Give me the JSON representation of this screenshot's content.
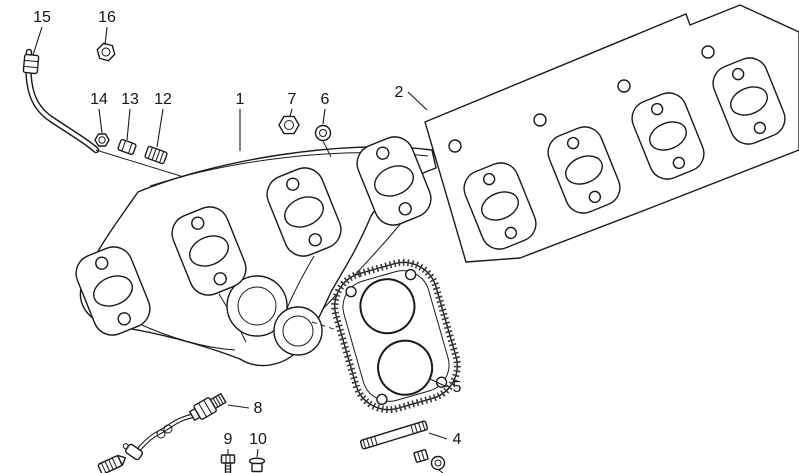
{
  "page": {
    "background_color": "#ffffff",
    "line_color": "#1a1a1a"
  },
  "diagram": {
    "callouts": {
      "c1": {
        "label": "1"
      },
      "c2": {
        "label": "2"
      },
      "c4": {
        "label": "4"
      },
      "c5": {
        "label": "5"
      },
      "c6": {
        "label": "6"
      },
      "c7": {
        "label": "7"
      },
      "c8": {
        "label": "8"
      },
      "c9": {
        "label": "9"
      },
      "c10": {
        "label": "10"
      },
      "c12": {
        "label": "12"
      },
      "c13": {
        "label": "13"
      },
      "c14": {
        "label": "14"
      },
      "c15": {
        "label": "15"
      },
      "c16": {
        "label": "16"
      }
    }
  }
}
